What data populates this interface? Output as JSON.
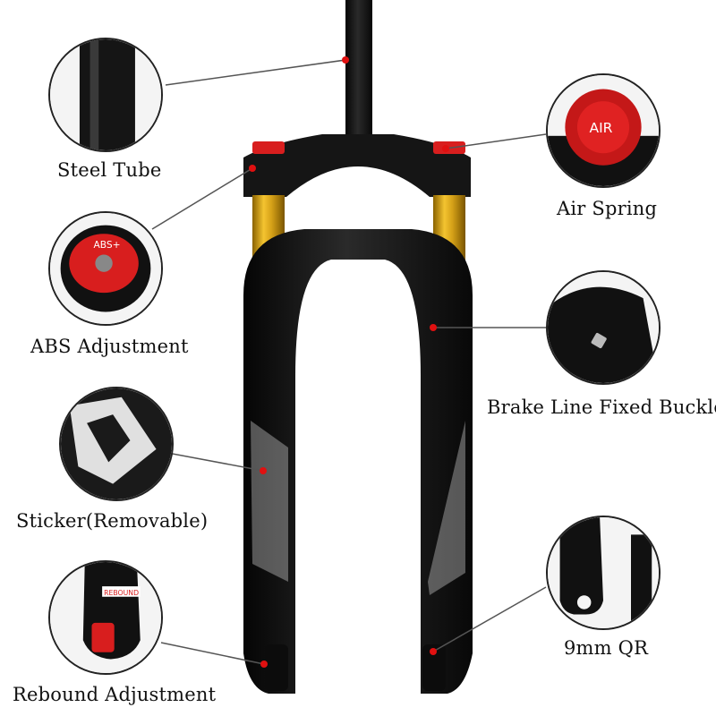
{
  "labels": {
    "steel_tube": "Steel Tube",
    "abs_adjustment": "ABS Adjustment",
    "sticker": "Sticker(Removable)",
    "rebound_adjustment": "Rebound Adjustment",
    "air_spring": "Air Spring",
    "brake_line": "Brake Line Fixed Buckle",
    "qr": "9mm QR"
  },
  "markings": {
    "air_cap": "AIR",
    "abs_knob": "ABS+",
    "rebound_tag": "REBOUND"
  },
  "colors": {
    "fork_black": "#111111",
    "stanchion_gold": "#d4a017",
    "accent_red": "#d81e1e",
    "callout_line": "#555555",
    "dot_red": "#e01010"
  }
}
